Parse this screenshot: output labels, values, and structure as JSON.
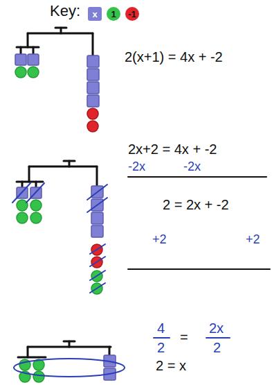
{
  "diagram": {
    "labels": [
      "Key:",
      "2(x+1) = 4x + -2",
      "2x+2 = 4x + -2",
      "-2x",
      "-2x",
      "2 = 2x + -2",
      "+2",
      "+2",
      "4",
      "=",
      "2x",
      "2",
      "2",
      "2 = x"
    ],
    "legend": [
      {
        "text": "x",
        "color": "#7f7fd6"
      },
      {
        "text": "1",
        "color": "#35c24a"
      },
      {
        "text": "-1",
        "color": "#e0242a"
      }
    ]
  }
}
